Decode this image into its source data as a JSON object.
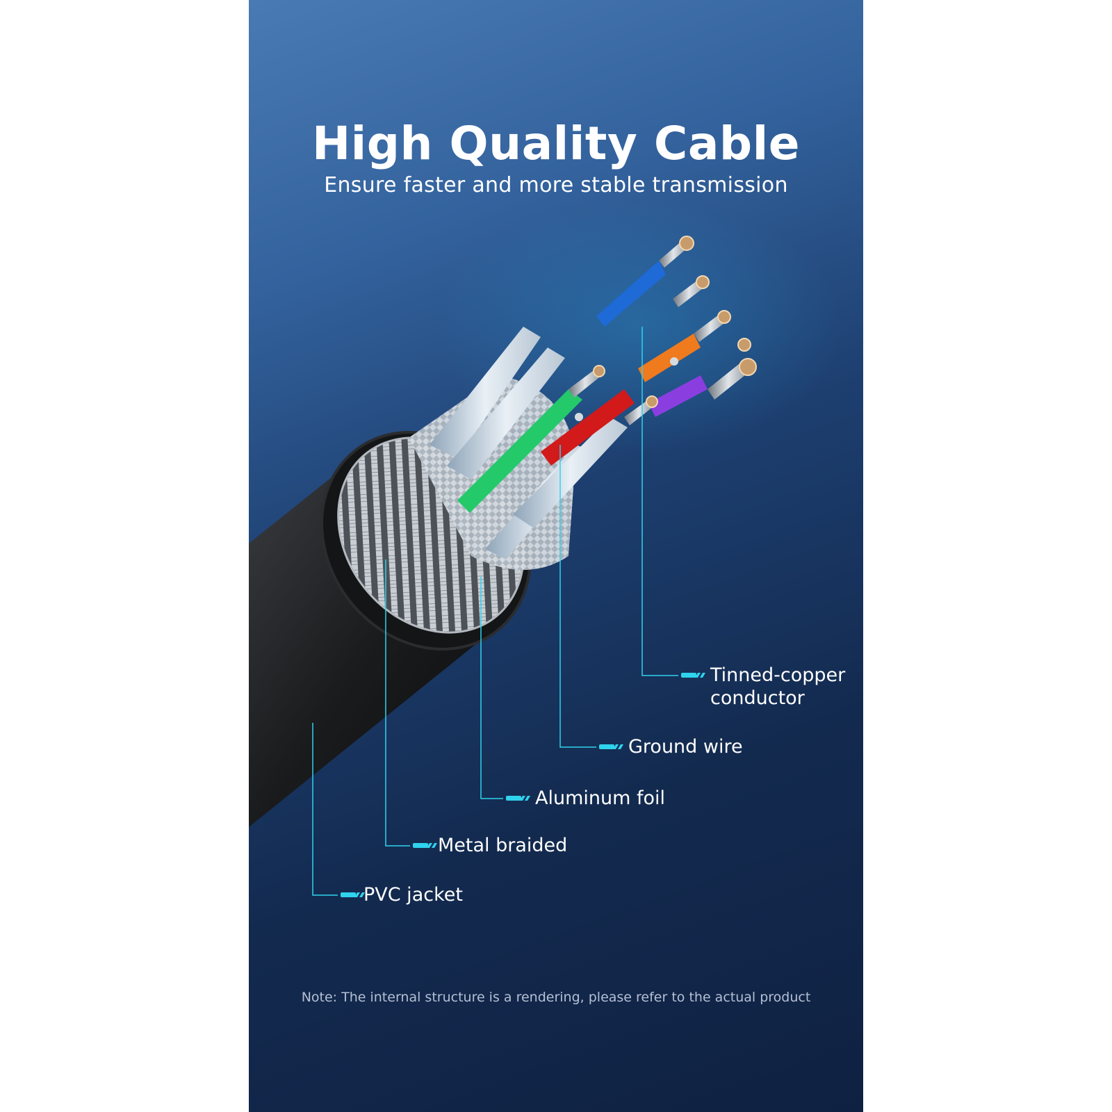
{
  "header": {
    "title": "High Quality Cable",
    "subtitle": "Ensure faster and more stable transmission"
  },
  "callouts": [
    {
      "id": "tinned-copper-conductor",
      "label": "Tinned-copper conductor"
    },
    {
      "id": "ground-wire",
      "label": "Ground wire"
    },
    {
      "id": "aluminum-foil",
      "label": "Aluminum foil"
    },
    {
      "id": "metal-braided",
      "label": "Metal braided"
    },
    {
      "id": "pvc-jacket",
      "label": "PVC jacket"
    }
  ],
  "footer": {
    "note": "Note: The internal structure is a rendering, please refer to the actual product"
  },
  "colors": {
    "accent": "#2fd3ee",
    "background_top": "#4a7ab4",
    "background_bottom": "#0f2142",
    "jacket": "#1b1c1e"
  }
}
